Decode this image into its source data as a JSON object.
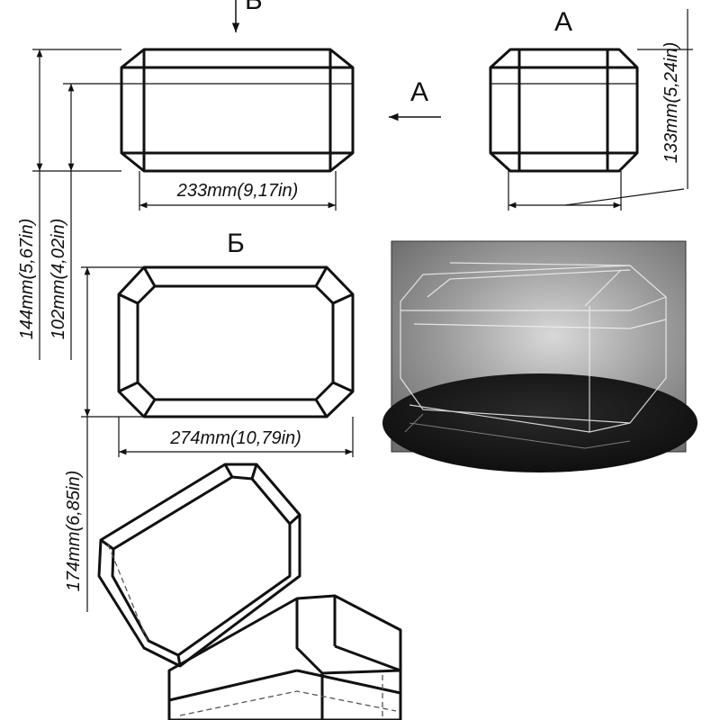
{
  "view_labels": {
    "top_arrow": "Б",
    "side_arrow": "A",
    "side_view": "A",
    "bottom_view": "Б"
  },
  "dimensions": {
    "front_width": "233mm(9,17in)",
    "side_height": "133mm(5,24in)",
    "total_height": "144mm(5,67in)",
    "body_height": "102mm(4,02in)",
    "plan_width": "274mm(10,79in)",
    "plan_depth": "174mm(6,85in)"
  },
  "photo": {
    "alt": "acrylic-box-photo",
    "background": "#7a7a7a",
    "highlight": "#cfcfcf"
  }
}
